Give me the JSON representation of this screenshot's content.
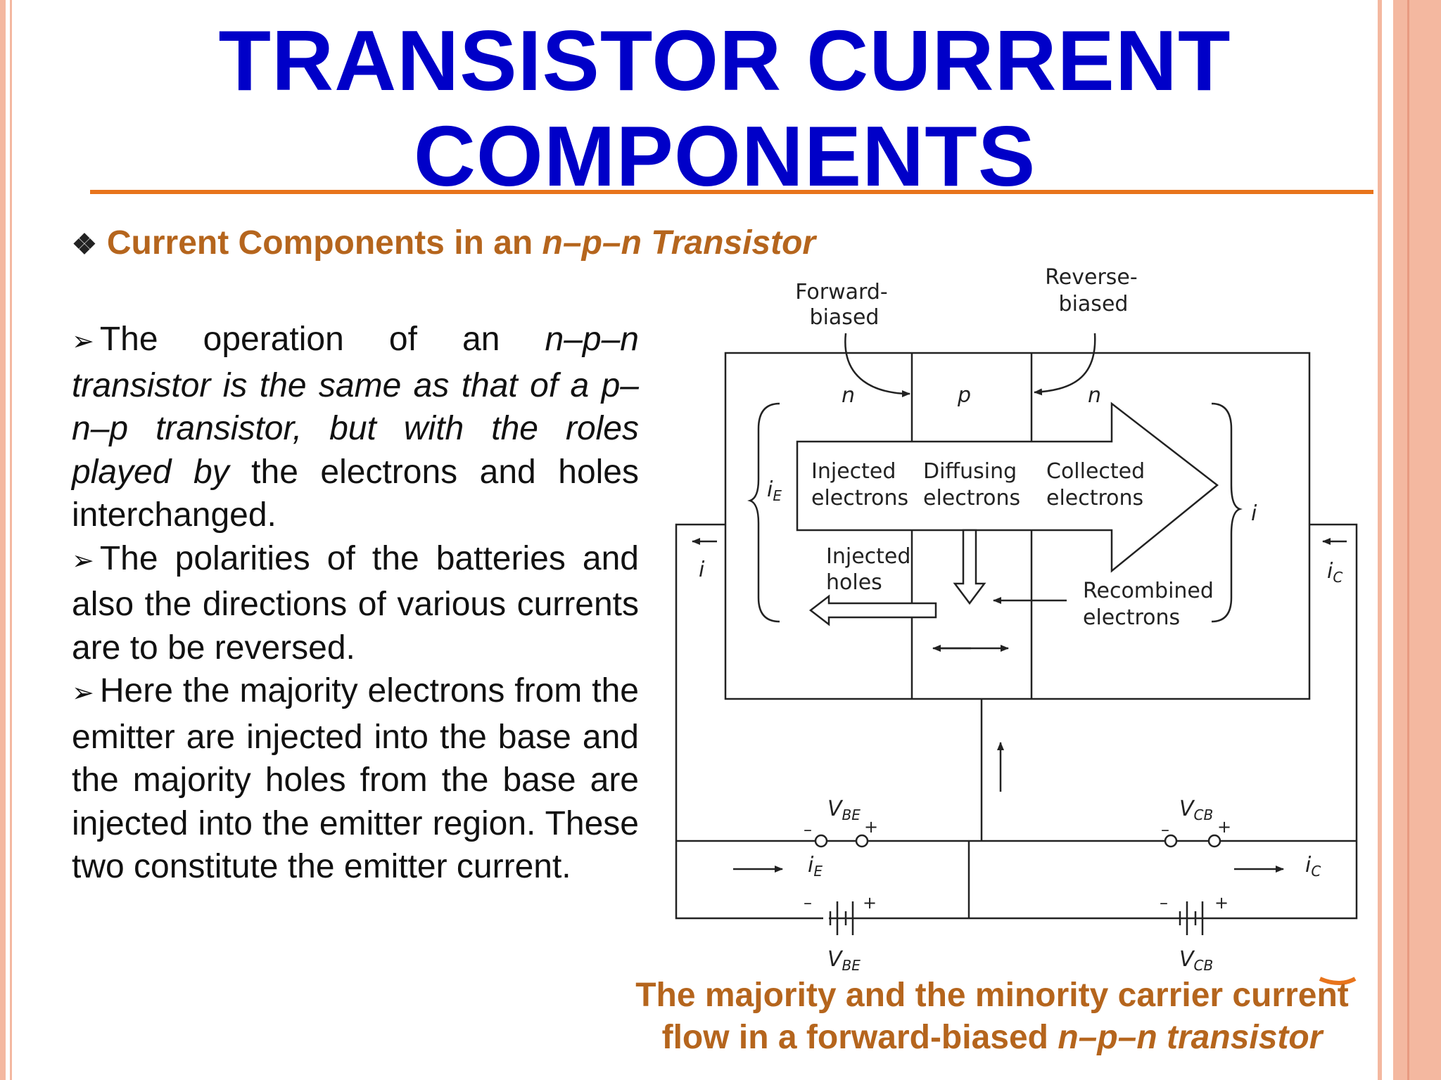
{
  "colors": {
    "title": "#0000c8",
    "accent_rule": "#e8741c",
    "subheading": "#b5651d",
    "side_stripe": "#f4b8a0",
    "diagram_line": "#222222"
  },
  "slide": {
    "title_line1": "TRANSISTOR CURRENT",
    "title_line2": "COMPONENTS",
    "subheading_icon": "four-diamond-bullet-icon",
    "subheading_prefix": "Current Components in an ",
    "subheading_italic": "n–p–n Transistor"
  },
  "bullets": [
    {
      "icon": "arrowhead-bullet-icon",
      "seg1": "The operation of an ",
      "seg2_italic": "n–p–n transistor is the same as that of a p–n–p transistor, but with the roles played by",
      "seg3": " the electrons and holes interchanged."
    },
    {
      "icon": "arrowhead-bullet-icon",
      "text": "The polarities of the batteries and also the directions of various currents are to be reversed."
    },
    {
      "icon": "arrowhead-bullet-icon",
      "text": "Here the majority electrons from the emitter are injected into the base and the majority holes from the base are injected into the emitter region. These two constitute the emitter current."
    }
  ],
  "diagram": {
    "forward_biased_l1": "Forward-",
    "forward_biased_l2": "biased",
    "reverse_biased_l1": "Reverse-",
    "reverse_biased_l2": "biased",
    "region_n_left": "n",
    "region_p": "p",
    "region_n_right": "n",
    "injected_electrons_l1": "Injected",
    "injected_electrons_l2": "electrons",
    "diffusing_electrons_l1": "Diffusing",
    "diffusing_electrons_l2": "electrons",
    "collected_electrons_l1": "Collected",
    "collected_electrons_l2": "electrons",
    "injected_holes_l1": "Injected",
    "injected_holes_l2": "holes",
    "recombined_electrons_l1": "Recombined",
    "recombined_electrons_l2": "electrons",
    "i_e_main": "i",
    "i_e_sub": "E",
    "i_right": "i",
    "i_left": "i",
    "i_c_main": "i",
    "i_c_sub": "C",
    "v_be_main": "V",
    "v_be_sub": "BE",
    "v_cb_main": "V",
    "v_cb_sub": "CB",
    "minus": "–",
    "plus": "+"
  },
  "caption": {
    "line1": "The majority and the minority carrier current",
    "line2_prefix": "flow in a forward-biased ",
    "line2_italic": "n–p–n transistor"
  }
}
